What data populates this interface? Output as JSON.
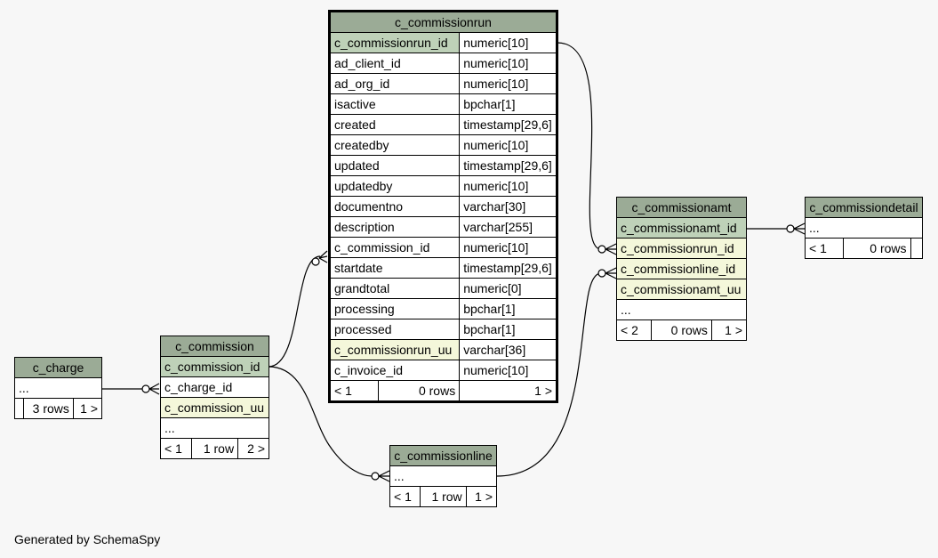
{
  "footer": "Generated by SchemaSpy",
  "tables": {
    "c_commissionrun": {
      "title": "c_commissionrun",
      "columns": [
        {
          "name": "c_commissionrun_id",
          "type": "numeric[10]",
          "kind": "pk"
        },
        {
          "name": "ad_client_id",
          "type": "numeric[10]",
          "kind": ""
        },
        {
          "name": "ad_org_id",
          "type": "numeric[10]",
          "kind": ""
        },
        {
          "name": "isactive",
          "type": "bpchar[1]",
          "kind": ""
        },
        {
          "name": "created",
          "type": "timestamp[29,6]",
          "kind": ""
        },
        {
          "name": "createdby",
          "type": "numeric[10]",
          "kind": ""
        },
        {
          "name": "updated",
          "type": "timestamp[29,6]",
          "kind": ""
        },
        {
          "name": "updatedby",
          "type": "numeric[10]",
          "kind": ""
        },
        {
          "name": "documentno",
          "type": "varchar[30]",
          "kind": ""
        },
        {
          "name": "description",
          "type": "varchar[255]",
          "kind": ""
        },
        {
          "name": "c_commission_id",
          "type": "numeric[10]",
          "kind": ""
        },
        {
          "name": "startdate",
          "type": "timestamp[29,6]",
          "kind": ""
        },
        {
          "name": "grandtotal",
          "type": "numeric[0]",
          "kind": ""
        },
        {
          "name": "processing",
          "type": "bpchar[1]",
          "kind": ""
        },
        {
          "name": "processed",
          "type": "bpchar[1]",
          "kind": ""
        },
        {
          "name": "c_commissionrun_uu",
          "type": "varchar[36]",
          "kind": "fk"
        },
        {
          "name": "c_invoice_id",
          "type": "numeric[10]",
          "kind": ""
        }
      ],
      "footer": {
        "parents": "< 1",
        "rows": "0 rows",
        "children": "1 >"
      }
    },
    "c_commission": {
      "title": "c_commission",
      "columns": [
        {
          "name": "c_commission_id",
          "kind": "pk"
        },
        {
          "name": "c_charge_id",
          "kind": ""
        },
        {
          "name": "c_commission_uu",
          "kind": "fk"
        },
        {
          "name": "...",
          "kind": ""
        }
      ],
      "footer": {
        "parents": "< 1",
        "rows": "1 row",
        "children": "2 >"
      }
    },
    "c_charge": {
      "title": "c_charge",
      "columns": [
        {
          "name": "...",
          "kind": ""
        }
      ],
      "footer": {
        "parents": "",
        "rows": "3 rows",
        "children": "1 >"
      }
    },
    "c_commissionline": {
      "title": "c_commissionline",
      "columns": [
        {
          "name": "...",
          "kind": ""
        }
      ],
      "footer": {
        "parents": "< 1",
        "rows": "1 row",
        "children": "1 >"
      }
    },
    "c_commissionamt": {
      "title": "c_commissionamt",
      "columns": [
        {
          "name": "c_commissionamt_id",
          "kind": "pk"
        },
        {
          "name": "c_commissionrun_id",
          "kind": "fk"
        },
        {
          "name": "c_commissionline_id",
          "kind": "fk"
        },
        {
          "name": "c_commissionamt_uu",
          "kind": "fk"
        },
        {
          "name": "...",
          "kind": ""
        }
      ],
      "footer": {
        "parents": "< 2",
        "rows": "0 rows",
        "children": "1 >"
      }
    },
    "c_commissiondetail": {
      "title": "c_commissiondetail",
      "columns": [
        {
          "name": "...",
          "kind": ""
        }
      ],
      "footer": {
        "parents": "< 1",
        "rows": "0 rows",
        "children": ""
      }
    }
  }
}
